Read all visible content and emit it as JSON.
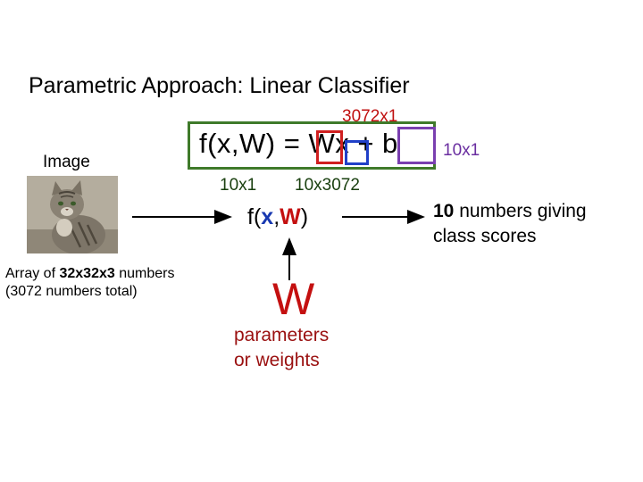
{
  "title": "Parametric Approach: Linear Classifier",
  "image_label": "Image",
  "array": {
    "line1_pre": "Array of ",
    "line1_bold": "32x32x3",
    "line1_post": " numbers",
    "line2": "(3072 numbers total)"
  },
  "formula": "f(x,W) = Wx + b",
  "dims": {
    "x_dim": "3072x1",
    "b_dim": "10x1",
    "output_dim": "10x1",
    "W_dim": "10x3072"
  },
  "function": {
    "prefix": "f(",
    "x": "x",
    "comma": ",",
    "w": "W",
    "suffix": ")"
  },
  "weight": {
    "symbol": "W",
    "line1": "parameters",
    "line2": "or weights"
  },
  "output": {
    "bold": "10",
    "line1_rest": " numbers giving",
    "line2": "class scores"
  },
  "colors": {
    "formula_box": "#3f7a2a",
    "w_box": "#d02020",
    "x_box": "#2040c8",
    "b_box": "#7a3fb0",
    "params_text": "#9a1010"
  }
}
